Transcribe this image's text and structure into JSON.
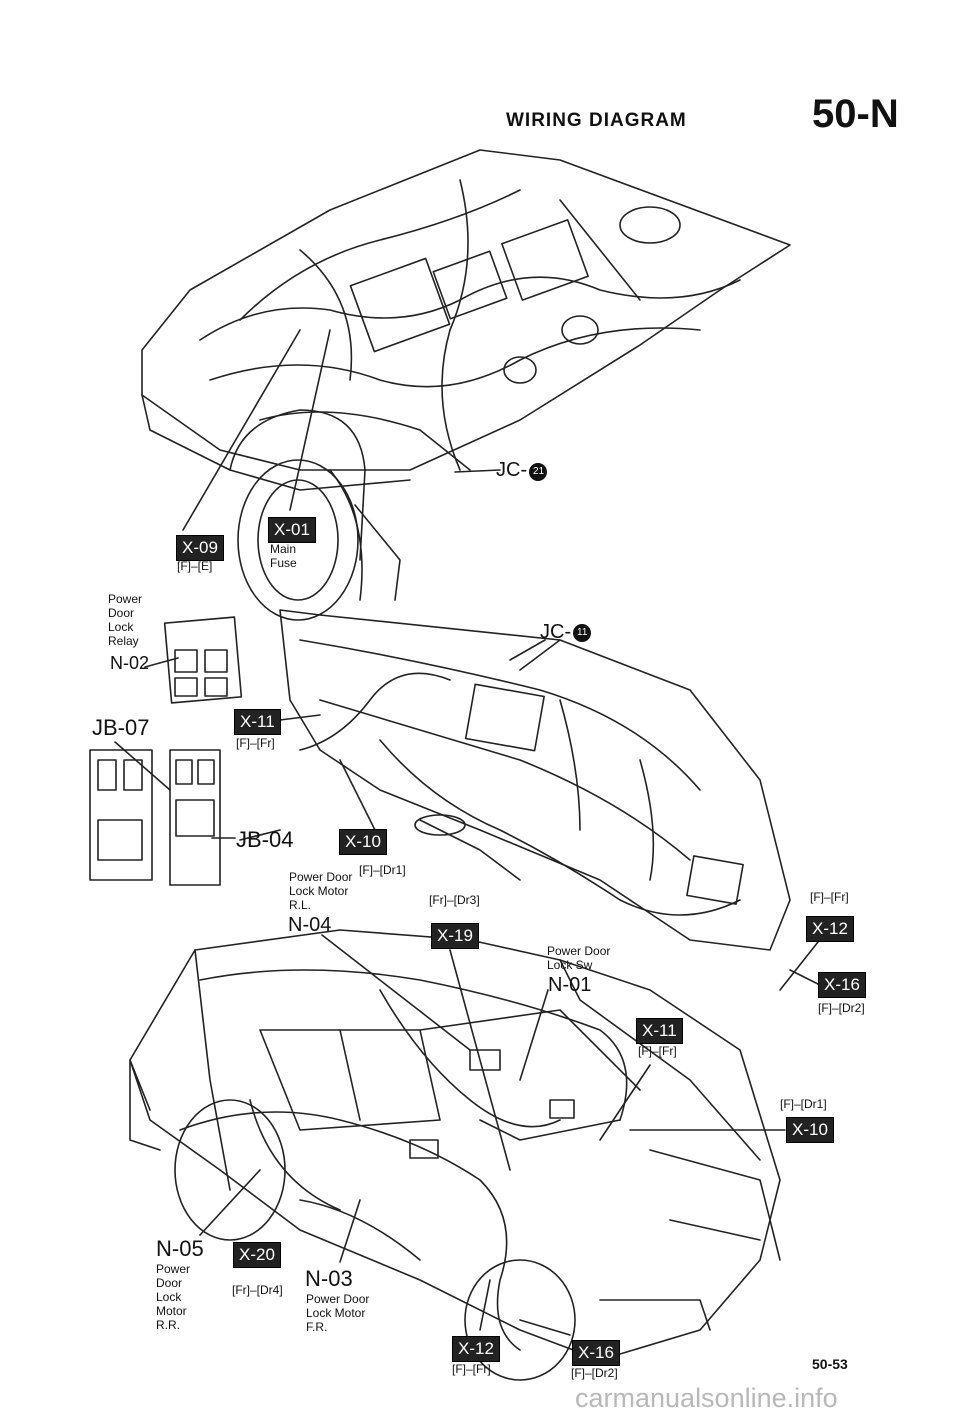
{
  "header": {
    "title": "WIRING DIAGRAM",
    "code": "50-N"
  },
  "page_number": "50-53",
  "watermark": "carmanualsonline.info",
  "junctions": {
    "jc21": "JC-",
    "jc21_num": "21",
    "jc11": "JC-",
    "jc11_num": "11"
  },
  "connector_boxes": {
    "x09": "X-09",
    "x01": "X-01",
    "x11a": "X-11",
    "x10a": "X-10",
    "x19": "X-19",
    "x12a": "X-12",
    "x16a": "X-16",
    "x11b": "X-11",
    "x10b": "X-10",
    "x20": "X-20",
    "x12b": "X-12",
    "x16b": "X-16"
  },
  "codes": {
    "fe": "[F]–[E]",
    "ffr_a": "[F]–[Fr]",
    "fdr1_a": "[F]–[Dr1]",
    "frdr3": "[Fr]–[Dr3]",
    "ffr_b": "[F]–[Fr]",
    "fdr2_a": "[F]–[Dr2]",
    "ffr_c": "[F]–[Fr]",
    "fdr1_b": "[F]–[Dr1]",
    "frdr4": "[Fr]–[Dr4]",
    "ffr_d": "[F]–[Fr]",
    "fdr2_b": "[F]–[Dr2]"
  },
  "components": {
    "main_fuse": "Main\nFuse",
    "n02_desc": "Power\nDoor\nLock\nRelay",
    "n02": "N-02",
    "jb07": "JB-07",
    "jb04": "JB-04",
    "n04_desc": "Power Door\nLock Motor\nR.L.",
    "n04": "N-04",
    "n01_desc": "Power Door\nLock Sw",
    "n01": "N-01",
    "n05": "N-05",
    "n05_desc": "Power\nDoor\nLock\nMotor\nR.R.",
    "n03": "N-03",
    "n03_desc": "Power Door\nLock Motor\nF.R."
  }
}
